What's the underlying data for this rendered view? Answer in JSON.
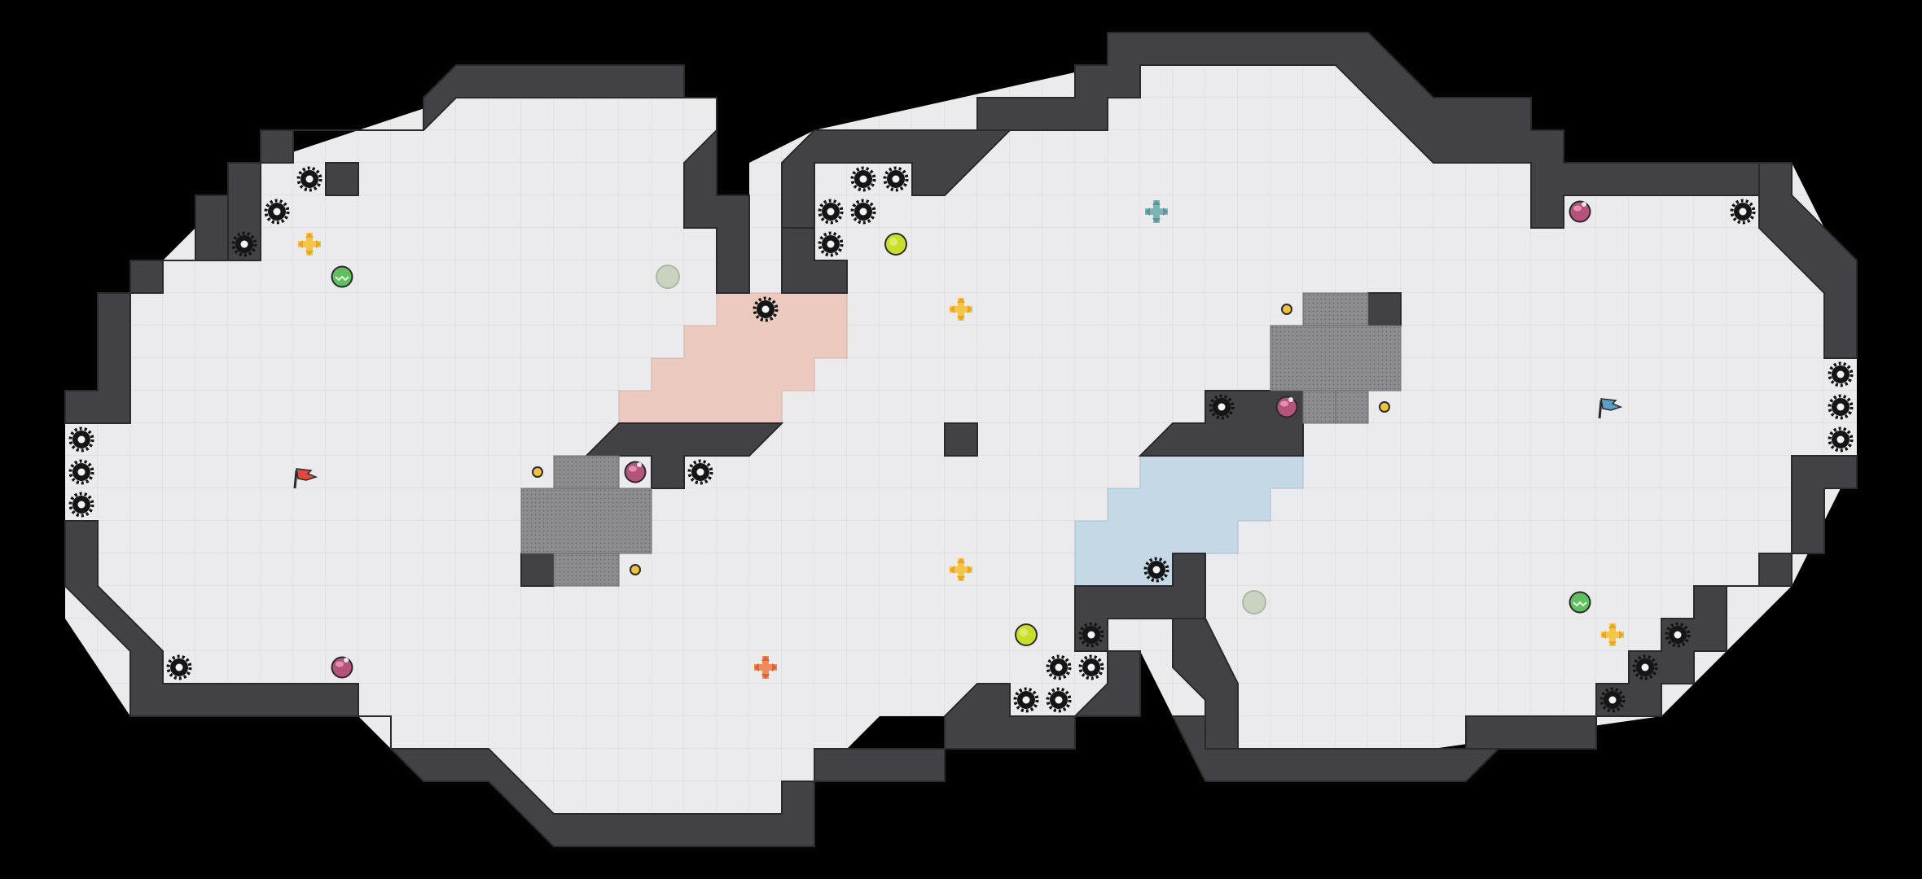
{
  "game": {
    "colors": {
      "background": "#000000",
      "floor": "#ebebee",
      "floor_grid": "#d6d6da",
      "wall": "#424246",
      "wall_edge": "#2a2a2d",
      "wall_bevel": "#e4e4e7",
      "red_zone": "#eccabf",
      "blue_zone": "#c5d8e6",
      "spike": "#151515",
      "red_team": "#e04a3a",
      "blue_team": "#5f9fc7",
      "yellow_token": "#f3c648",
      "green_bomb": "#c8de2a"
    },
    "bases": [
      {
        "team": "red",
        "icon": "red-flag-icon"
      },
      {
        "team": "blue",
        "icon": "blue-flag-icon"
      }
    ],
    "zones": [
      {
        "team": "red",
        "icon": "red-endzone"
      },
      {
        "team": "blue",
        "icon": "blue-endzone"
      }
    ],
    "pickups": [
      {
        "kind": "powerup",
        "icon": "purple-powerup-icon"
      },
      {
        "kind": "jukejuice",
        "icon": "green-speed-icon"
      },
      {
        "kind": "bomb",
        "icon": "green-bomb-icon"
      },
      {
        "kind": "boost",
        "icon": "yellow-boost-icon"
      },
      {
        "kind": "team-boost-red",
        "icon": "red-boost-icon"
      },
      {
        "kind": "team-boost-blue",
        "icon": "blue-boost-icon"
      },
      {
        "kind": "button",
        "icon": "gate-button-icon"
      },
      {
        "kind": "spike",
        "icon": "spike-icon"
      }
    ]
  }
}
